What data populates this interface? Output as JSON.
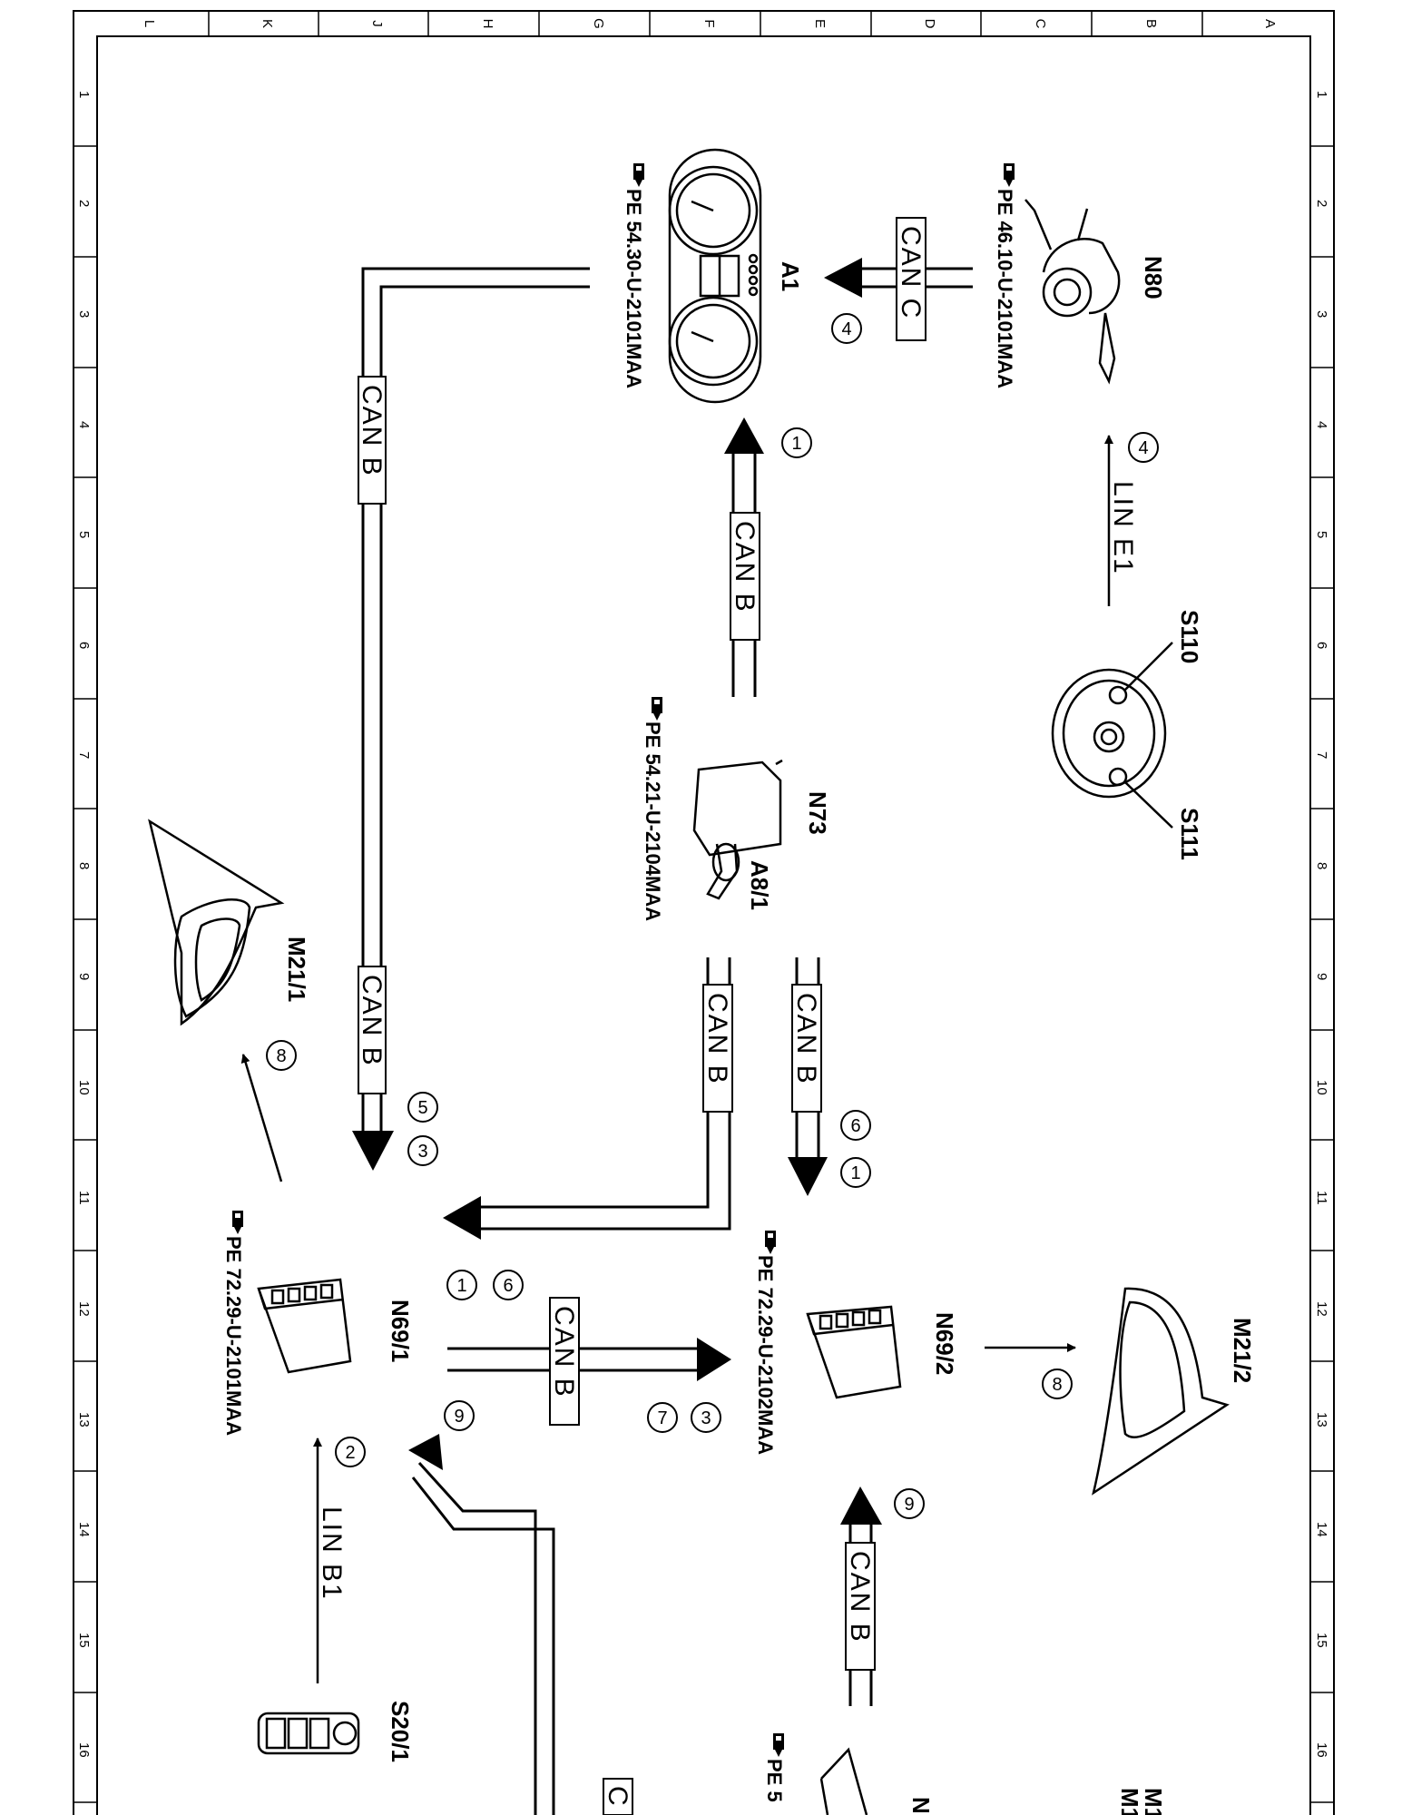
{
  "title_block": {
    "col_letters": [
      "L",
      "K",
      "J",
      "H",
      "G",
      "F",
      "E",
      "D",
      "C",
      "B",
      "A"
    ],
    "row_numbers": [
      "1",
      "2",
      "3",
      "4",
      "5",
      "6",
      "7",
      "8",
      "9",
      "10",
      "11",
      "12",
      "13",
      "14",
      "15",
      "16"
    ]
  },
  "components": {
    "n80": "N80",
    "a1": "A1",
    "s110": "S110",
    "s111": "S111",
    "n73": "N73",
    "a8_1": "A8/1",
    "m21_1": "M21/1",
    "m21_2": "M21/2",
    "n69_1": "N69/1",
    "n69_2": "N69/2",
    "s20_1": "S20/1",
    "partial_m1_a": "M1",
    "partial_m1_b": "M1",
    "partial_n": "N"
  },
  "references": {
    "n80": "PE 46.10-U-2101MAA",
    "a1": "PE 54.30-U-2101MAA",
    "n73": "PE 54.21-U-2104MAA",
    "n69_1": "PE 72.29-U-2101MAA",
    "n69_2": "PE 72.29-U-2102MAA",
    "bottom_partial": "PE 5"
  },
  "buses": {
    "can_b": "CAN B",
    "can_c": "CAN C",
    "lin_e1": "LIN E1",
    "lin_b1": "LIN B1",
    "partial_c": "C"
  },
  "steps": {
    "s1": "1",
    "s2": "2",
    "s3": "3",
    "s4": "4",
    "s5": "5",
    "s6": "6",
    "s7": "7",
    "s8": "8",
    "s9": "9"
  },
  "icons": [
    "reference-hand-icon"
  ]
}
